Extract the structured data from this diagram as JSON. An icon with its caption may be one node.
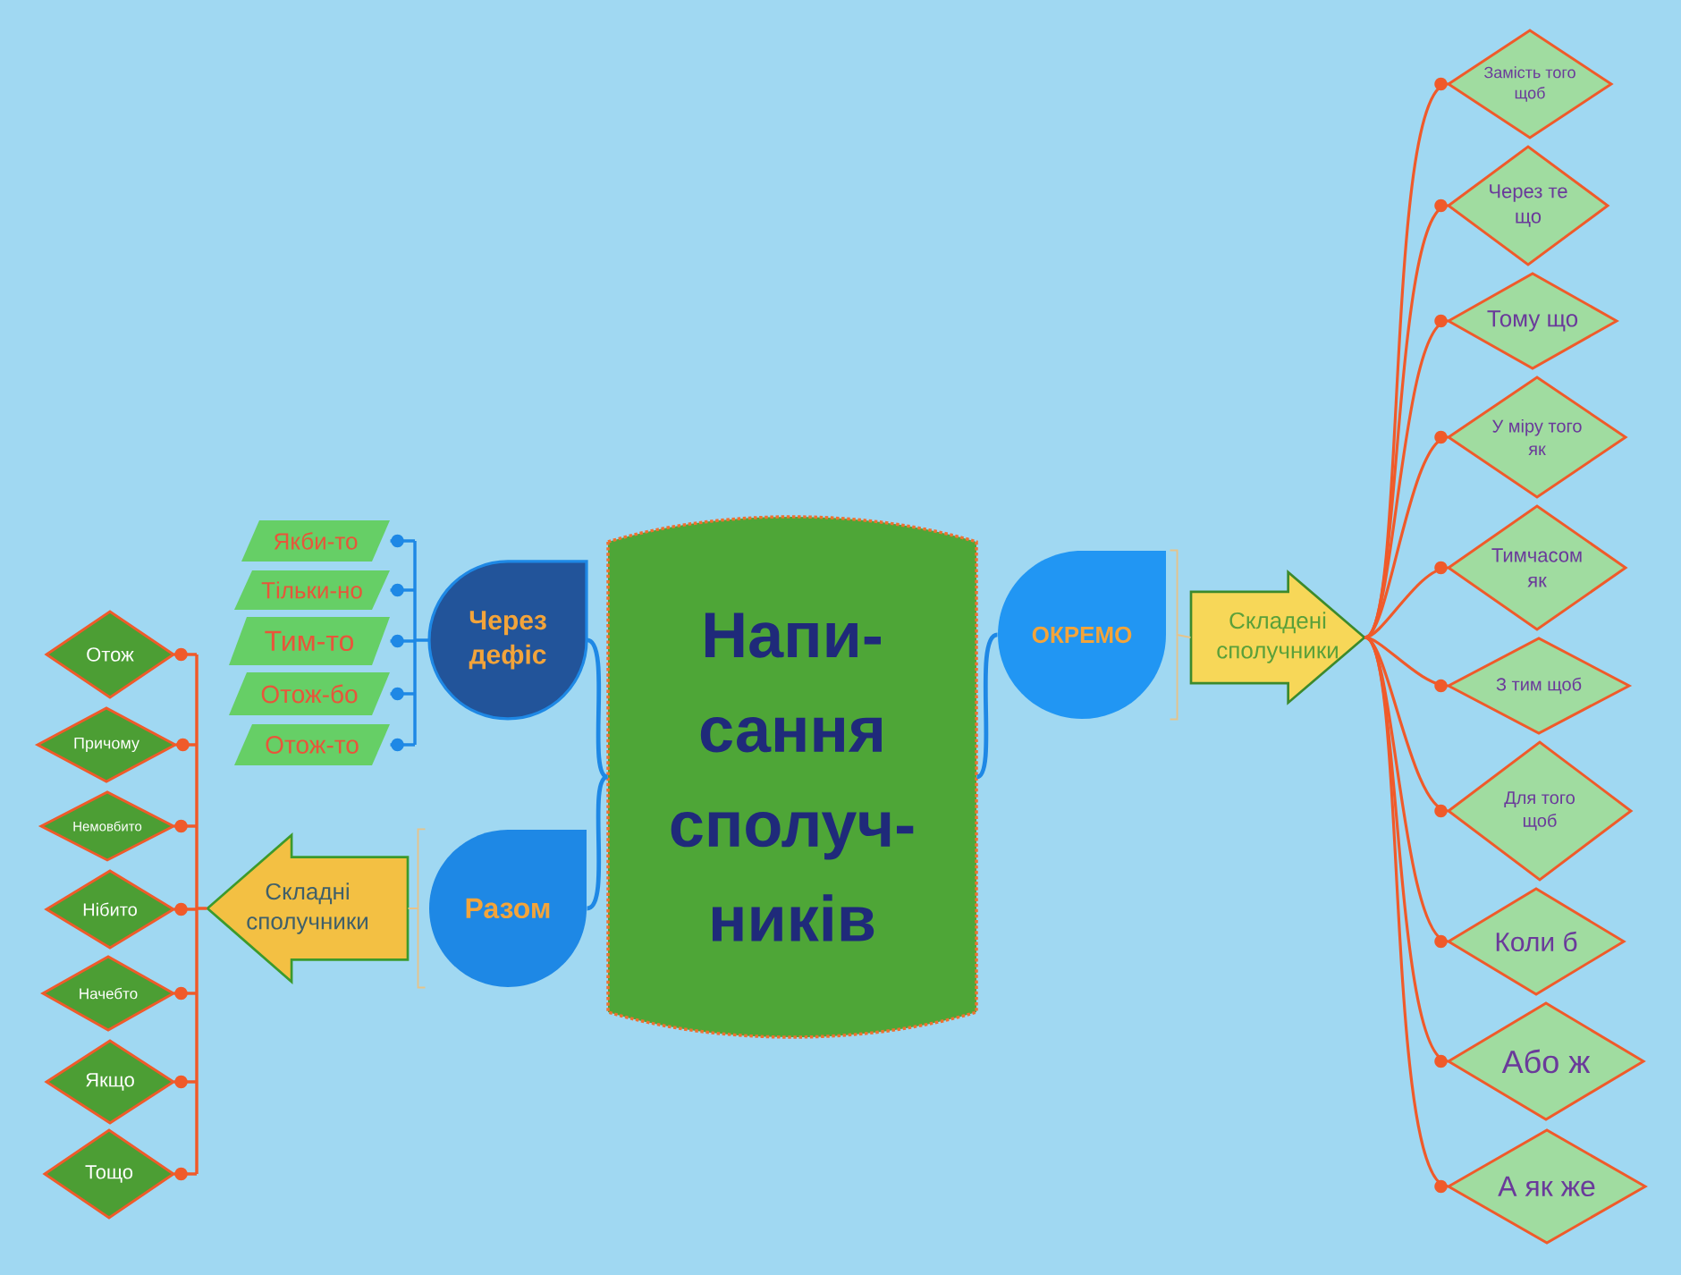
{
  "diagram": {
    "nodes": [
      {
        "text": [
          "Напи- сання сполуч- ників"
        ]
      },
      {
        "text": [
          "Через дефіс"
        ]
      },
      {
        "text": [
          "Якби-то"
        ]
      },
      {
        "text": [
          "Тільки-но"
        ]
      },
      {
        "text": [
          "Тим-то"
        ]
      },
      {
        "text": [
          "Отож-бо"
        ]
      },
      {
        "text": [
          "Отож-то"
        ]
      },
      {
        "text": [
          "Разом"
        ]
      },
      {
        "text": [
          "Складні сполучники"
        ]
      },
      {
        "text": [
          "Отож"
        ]
      },
      {
        "text": [
          "Причому"
        ]
      },
      {
        "text": [
          "Немовбито"
        ]
      },
      {
        "text": [
          "Нібито"
        ]
      },
      {
        "text": [
          "Начебто"
        ]
      },
      {
        "text": [
          "Якщо"
        ]
      },
      {
        "text": [
          "Тощо"
        ]
      },
      {
        "text": [
          "ОКРЕМО"
        ]
      },
      {
        "text": [
          "Складені сполучники"
        ]
      },
      {
        "text": [
          "Замість того щоб"
        ]
      },
      {
        "text": [
          "Через те що"
        ]
      },
      {
        "text": [
          "Тому що"
        ]
      },
      {
        "text": [
          "У міру того як"
        ]
      },
      {
        "text": [
          "Тимчасом як"
        ]
      },
      {
        "text": [
          "З тим щоб"
        ]
      },
      {
        "text": [
          "Для того щоб"
        ]
      },
      {
        "text": [
          "Коли б"
        ]
      },
      {
        "text": [
          "Або ж"
        ]
      },
      {
        "text": [
          "А як же"
        ]
      }
    ],
    "edges": [
      {
        "from": 0,
        "to": 1,
        "arrow": "none",
        "color": "#1e88e5"
      },
      {
        "from": 0,
        "to": 7,
        "arrow": "none",
        "color": "#1e88e5"
      },
      {
        "from": 0,
        "to": 16,
        "arrow": "none",
        "color": "#1e88e5"
      },
      {
        "from": 1,
        "to": 2,
        "arrow": "other",
        "color": "#1e88e5"
      },
      {
        "from": 1,
        "to": 3,
        "arrow": "other",
        "color": "#1e88e5"
      },
      {
        "from": 1,
        "to": 4,
        "arrow": "other",
        "color": "#1e88e5"
      },
      {
        "from": 1,
        "to": 5,
        "arrow": "other",
        "color": "#1e88e5"
      },
      {
        "from": 1,
        "to": 6,
        "arrow": "other",
        "color": "#1e88e5"
      },
      {
        "from": 7,
        "to": 8,
        "arrow": "none",
        "color": "#e6c38a"
      },
      {
        "from": 8,
        "to": 9,
        "arrow": "other"
      },
      {
        "from": 8,
        "to": 10,
        "arrow": "other"
      },
      {
        "from": 8,
        "to": 11,
        "arrow": "other"
      },
      {
        "from": 8,
        "to": 12,
        "arrow": "other"
      },
      {
        "from": 8,
        "to": 13,
        "arrow": "other"
      },
      {
        "from": 8,
        "to": 14,
        "arrow": "other"
      },
      {
        "from": 8,
        "to": 15,
        "arrow": "other"
      },
      {
        "from": 16,
        "to": 17,
        "arrow": "none",
        "color": "#e6c38a"
      },
      {
        "from": 17,
        "to": 18,
        "arrow": "other"
      },
      {
        "from": 17,
        "to": 19,
        "arrow": "other"
      },
      {
        "from": 17,
        "to": 20,
        "arrow": "other"
      },
      {
        "from": 17,
        "to": 21,
        "arrow": "other"
      },
      {
        "from": 17,
        "to": 22,
        "arrow": "other"
      },
      {
        "from": 17,
        "to": 23,
        "arrow": "other"
      },
      {
        "from": 17,
        "to": 24,
        "arrow": "other"
      },
      {
        "from": 17,
        "to": 25,
        "arrow": "other"
      },
      {
        "from": 17,
        "to": 26,
        "arrow": "other"
      },
      {
        "from": 17,
        "to": 27,
        "arrow": "other"
      }
    ]
  }
}
